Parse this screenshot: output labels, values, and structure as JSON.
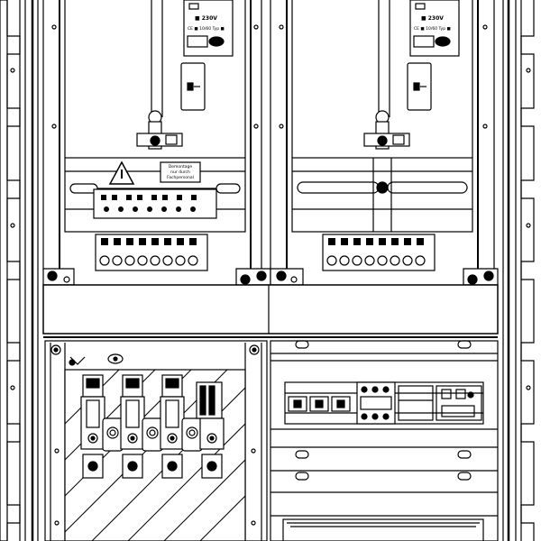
{
  "meter_top_left": {
    "line1": "■ 230V",
    "line2": "CE ■ 10/60 Typ ■"
  },
  "meter_top_right": {
    "line1": "■ 230V",
    "line2": "CE ■ 10/60 Typ ■"
  },
  "warning_label": {
    "line1": "Demontage",
    "line2": "nur durch",
    "line3": "Fachpersonal"
  },
  "colors": {
    "stroke": "#000000",
    "fill": "#ffffff"
  },
  "icons": [
    "warning-triangle-icon",
    "fuse-holder-icon",
    "screw-terminal-icon"
  ]
}
